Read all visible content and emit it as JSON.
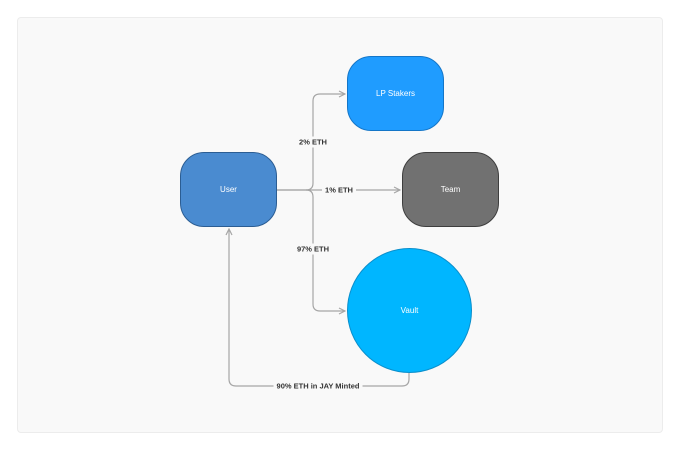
{
  "nodes": {
    "user": "User",
    "lp_stakers": "LP Stakers",
    "team": "Team",
    "vault": "Vault"
  },
  "edges": {
    "lp_share": "2% ETH",
    "team_share": "1% ETH",
    "vault_share": "97% ETH",
    "return_mint": "90% ETH in JAY Minted"
  },
  "colors": {
    "user": "#4a8bd0",
    "lp_stakers": "#1f9cff",
    "team": "#717171",
    "vault": "#00b6ff",
    "edge": "#a6a6a6"
  }
}
